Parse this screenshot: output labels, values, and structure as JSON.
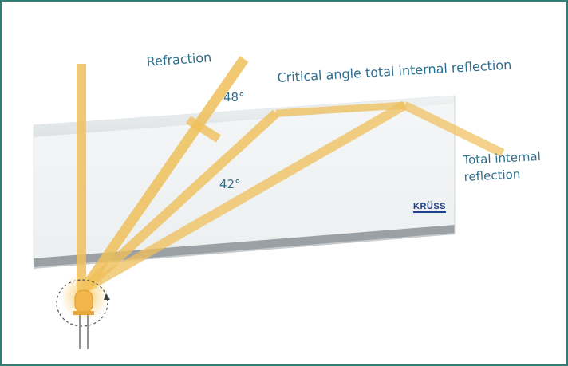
{
  "labels": {
    "refraction": "Refraction",
    "critical": "Critical angle total internal reflection",
    "angle_48": "48°",
    "angle_42": "42°",
    "total_internal_line1": "Total internal",
    "total_internal_line2": "reflection"
  },
  "logo": {
    "text": "KRÜSS"
  },
  "colors": {
    "frame": "#2f7d75",
    "label_text": "#2e6f8e",
    "beam": "#f0c060",
    "glass_edge": "#9a9fa3",
    "logo": "#1f3f8a"
  }
}
